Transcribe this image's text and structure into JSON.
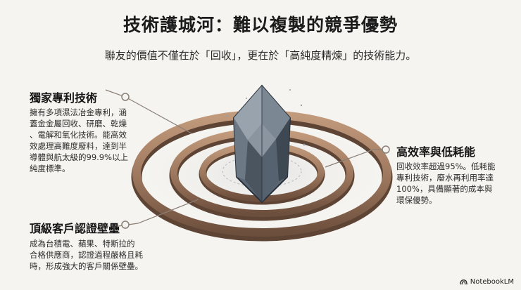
{
  "header": {
    "title": "技術護城河：難以複製的競爭優勢",
    "subtitle": "聯友的價值不僅在於「回收」，更在於「高純度精煉」的技術能力。"
  },
  "callouts": {
    "patents": {
      "title": "獨家專利技術",
      "lines": [
        "擁有多項濕法冶金專利，涵",
        "蓋金金屬回收、研磨、乾燥",
        "、電解和氧化技術。能高效",
        "效處理高難度廢料，達到半",
        "導體與航太級的99.9%以上",
        "純度標準。"
      ]
    },
    "efficiency": {
      "title": "高效率與低耗能",
      "lines": [
        "回收效率超過95%。低耗能",
        "專利技術，廢水再利用率達",
        "100%，具備顯著的成本與",
        "環保優勢。"
      ]
    },
    "certification": {
      "title": "頂級客戶認證壁壘",
      "lines": [
        "成為台積電、蘋果、特斯拉的",
        "合格供應商，認證過程嚴格且耗",
        "時，形成強大的客戶關係壁壘。"
      ]
    }
  },
  "watermark": {
    "label": "NotebookLM",
    "icon": "notebooklm-logo-icon"
  },
  "colors": {
    "background": "#f5f4f0",
    "ring": "#a07a60",
    "ring_shadow": "#5e4434",
    "crystal_light": "#8d98a4",
    "crystal_dark": "#3f4a55"
  }
}
